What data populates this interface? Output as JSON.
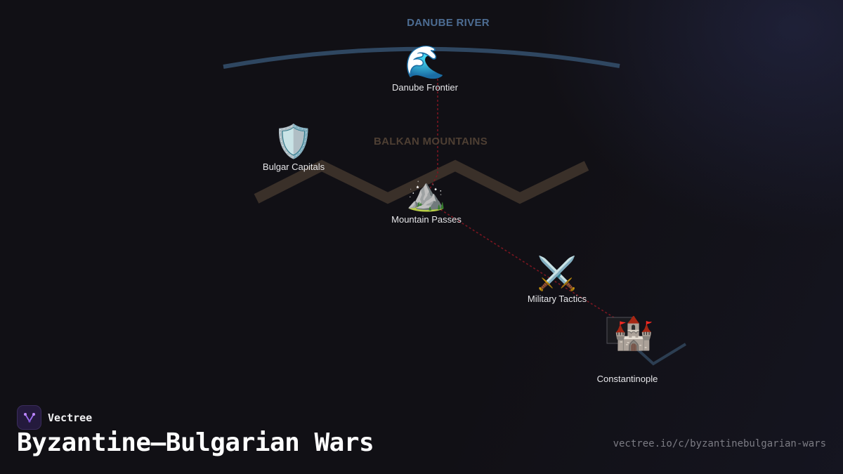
{
  "colors": {
    "background": "#111015",
    "river": "#2f4761",
    "mountains": "#3a3029",
    "route": "#7a1620",
    "river_label": "#4d6d93",
    "mountain_label": "#4e3f33",
    "accent": "#7b4fd1"
  },
  "regions": {
    "river_label": "DANUBE RIVER",
    "mountains_label": "BALKAN MOUNTAINS"
  },
  "nodes": [
    {
      "id": "danube-frontier",
      "label": "Danube Frontier",
      "icon": "wave-icon",
      "glyph": "🌊"
    },
    {
      "id": "bulgar-capitals",
      "label": "Bulgar Capitals",
      "icon": "shield-icon",
      "glyph": "🛡️"
    },
    {
      "id": "mountain-passes",
      "label": "Mountain Passes",
      "icon": "mountain-icon",
      "glyph": "⛰️"
    },
    {
      "id": "military-tactics",
      "label": "Military Tactics",
      "icon": "crossed-swords-icon",
      "glyph": "⚔️"
    },
    {
      "id": "constantinople",
      "label": "Constantinople",
      "icon": "castle-icon",
      "glyph": "🏰"
    }
  ],
  "brand": {
    "name": "Vectree",
    "logo_icon": "vectree-logo-icon"
  },
  "title": "Byzantine–Bulgarian Wars",
  "url": "vectree.io/c/byzantinebulgarian-wars"
}
